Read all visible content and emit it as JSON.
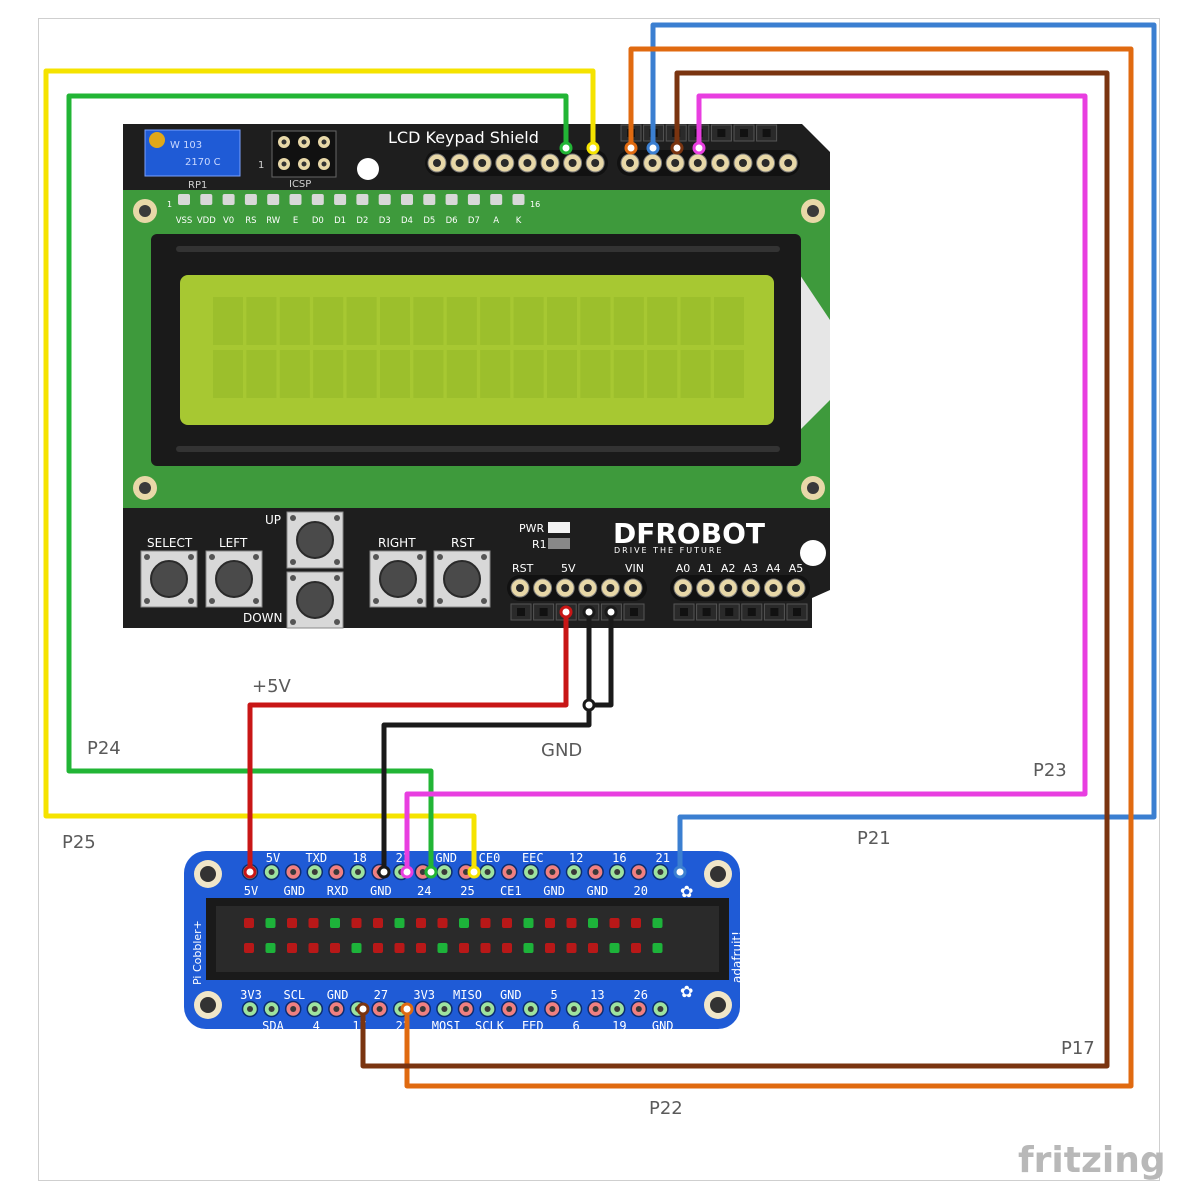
{
  "lcd_shield": {
    "title": "LCD Keypad Shield",
    "pot_text_1": "W 103",
    "pot_text_2": "2170 C",
    "rp1": "RP1",
    "icsp": "ICSP",
    "icsp_pin1": "1",
    "lcd_pin_first": "1",
    "lcd_pin_last": "16",
    "lcd_pins": [
      "VSS",
      "VDD",
      "V0",
      "RS",
      "RW",
      "E",
      "D0",
      "D1",
      "D2",
      "D3",
      "D4",
      "D5",
      "D6",
      "D7",
      "A",
      "K"
    ],
    "buttons": {
      "select": "SELECT",
      "left": "LEFT",
      "up": "UP",
      "down": "DOWN",
      "right": "RIGHT",
      "rst": "RST"
    },
    "pwr": "PWR",
    "r1": "R1",
    "brand": "DFROBOT",
    "tagline": "DRIVE THE FUTURE",
    "power_labels": {
      "rst": "RST",
      "v5": "5V",
      "vin": "VIN"
    },
    "analog_labels": [
      "A0",
      "A1",
      "A2",
      "A3",
      "A4",
      "A5"
    ]
  },
  "cobbler": {
    "side_label": "Pi Cobbler+",
    "brand": "adafruit!",
    "top_row_upper": [
      "5V",
      "TXD",
      "18",
      "23",
      "GND",
      "CE0",
      "EEC",
      "12",
      "16",
      "21"
    ],
    "top_row_lower": [
      "5V",
      "GND",
      "RXD",
      "GND",
      "24",
      "25",
      "CE1",
      "GND",
      "GND",
      "20"
    ],
    "bottom_row_upper": [
      "3V3",
      "SCL",
      "GND",
      "27",
      "3V3",
      "MISO",
      "GND",
      "5",
      "13",
      "26"
    ],
    "bottom_row_lower": [
      "SDA",
      "4",
      "17",
      "22",
      "MOSI",
      "SCLK",
      "EED",
      "6",
      "19",
      "GND"
    ]
  },
  "wires": {
    "v5": "+5V",
    "gnd": "GND",
    "p24": "P24",
    "p25": "P25",
    "p23": "P23",
    "p21": "P21",
    "p17": "P17",
    "p22": "P22"
  },
  "colors": {
    "yellow": "#f5e300",
    "green": "#22b535",
    "blue": "#3b7fd1",
    "orange": "#e06a10",
    "brown": "#7a3410",
    "magenta": "#e83ee0",
    "red": "#c81616",
    "black": "#1a1a1a",
    "pcb_dark": "#1e1e1e",
    "pcb_green": "#3e9a3c",
    "lcd_screen": "#a7c832",
    "cobbler_blue": "#1f5bd6"
  },
  "watermark": "fritzing"
}
